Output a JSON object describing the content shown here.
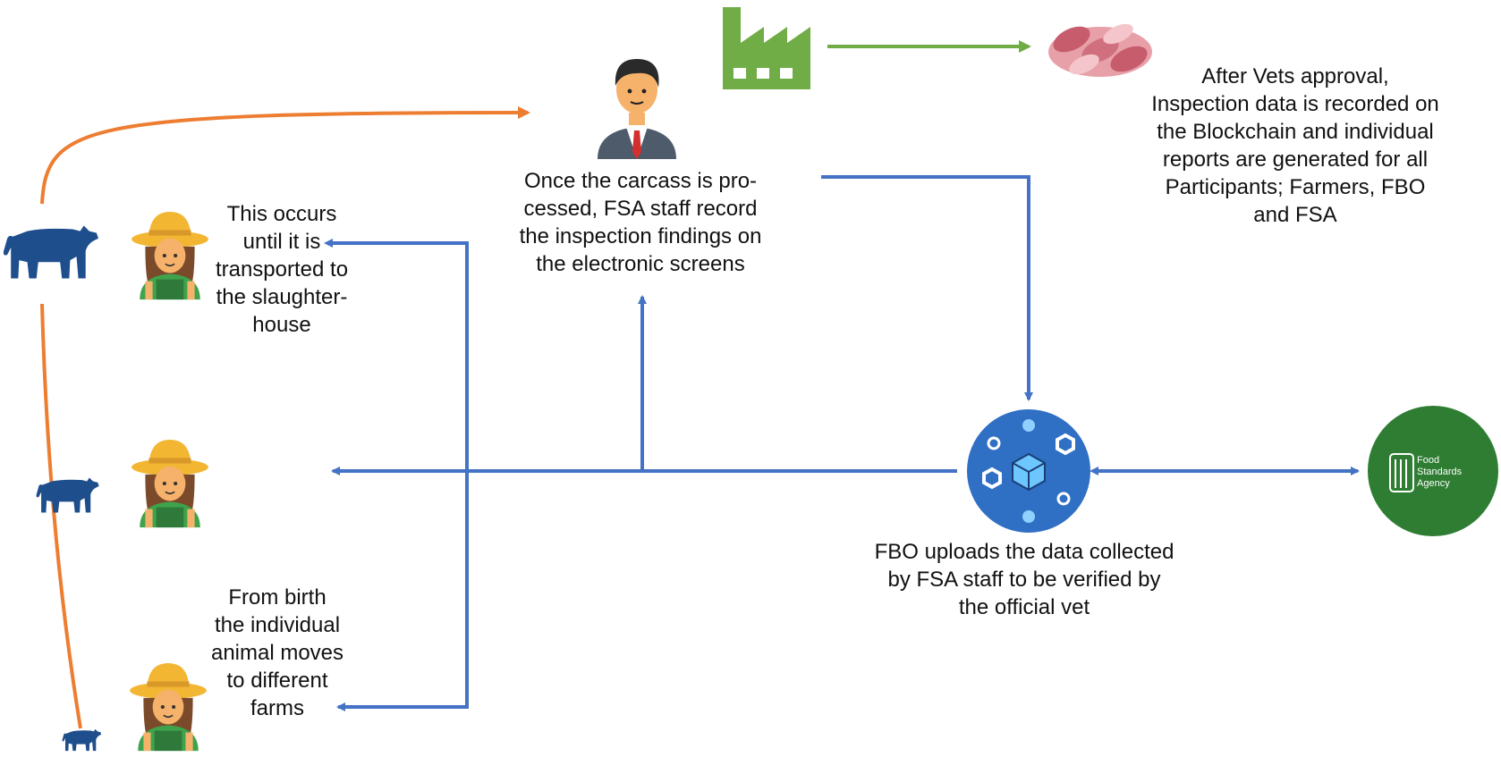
{
  "colors": {
    "blue": "#4472c4",
    "orange": "#ed7d31",
    "green": "#70ad47",
    "cow": "#1f4e8c",
    "farmer_hat": "#f2b632",
    "farmer_body": "#3fa34d",
    "fsa_green": "#2e7d32"
  },
  "icons": {
    "cow": "cow-icon",
    "farmer": "farmer-icon",
    "staff": "fsa-staff-icon",
    "factory": "factory-icon",
    "meat": "meat-icon",
    "blockchain": "blockchain-icon",
    "fsa_logo": "food-standards-agency-logo"
  },
  "texts": {
    "farm_moves": [
      "From birth",
      "the individual",
      "animal moves",
      "to different",
      "farms"
    ],
    "until_transport": [
      "This occurs",
      "until it is",
      "transported to",
      "the slaughter-",
      "house"
    ],
    "carcass_processed": [
      "Once the carcass is pro-",
      "cessed, FSA staff record",
      "the inspection findings on",
      "the electronic screens"
    ],
    "fbo_upload": [
      "FBO uploads the data collected",
      "by FSA staff to be verified by",
      "the official vet"
    ],
    "vet_approval": [
      "After Vets approval,",
      "Inspection data is recorded on",
      "the Blockchain and individual",
      "reports are generated for all",
      "Participants; Farmers, FBO",
      "and FSA"
    ]
  },
  "logo": {
    "line1": "Food",
    "line2": "Standards",
    "line3": "Agency"
  }
}
